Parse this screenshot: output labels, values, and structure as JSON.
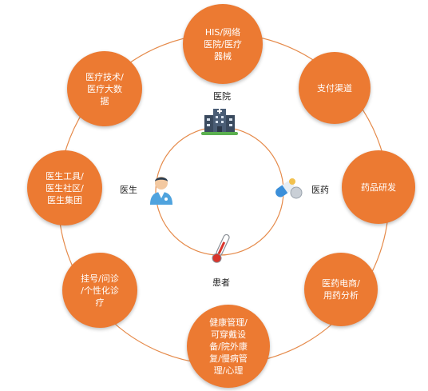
{
  "outer_nodes": [
    {
      "id": "his",
      "label": "HIS/网络\n医院/医疗\n器械"
    },
    {
      "id": "payment",
      "label": "支付渠道"
    },
    {
      "id": "drug-rd",
      "label": "药品研发"
    },
    {
      "id": "ecommerce",
      "label": "医药电商/\n用药分析"
    },
    {
      "id": "health-mgmt",
      "label": "健康管理/\n可穿戴设\n备/院外康\n复/慢病管\n理/心理"
    },
    {
      "id": "registration",
      "label": "挂号/问诊\n/个性化诊\n疗"
    },
    {
      "id": "doctor-tools",
      "label": "医生工具/\n医生社区/\n医生集团"
    },
    {
      "id": "med-tech",
      "label": "医疗技术/\n医疗大数\n据"
    }
  ],
  "inner_labels": {
    "hospital": "医院",
    "pharmacy": "医药",
    "patient": "患者",
    "doctor": "医生"
  },
  "icons": {
    "hospital": "hospital-building-icon",
    "pharmacy": "pills-icon",
    "patient": "thermometer-icon",
    "doctor": "doctor-avatar-icon"
  },
  "colors": {
    "node_fill": "#ec7a32",
    "ring_stroke": "#e58a4a",
    "label_text": "#222222"
  }
}
